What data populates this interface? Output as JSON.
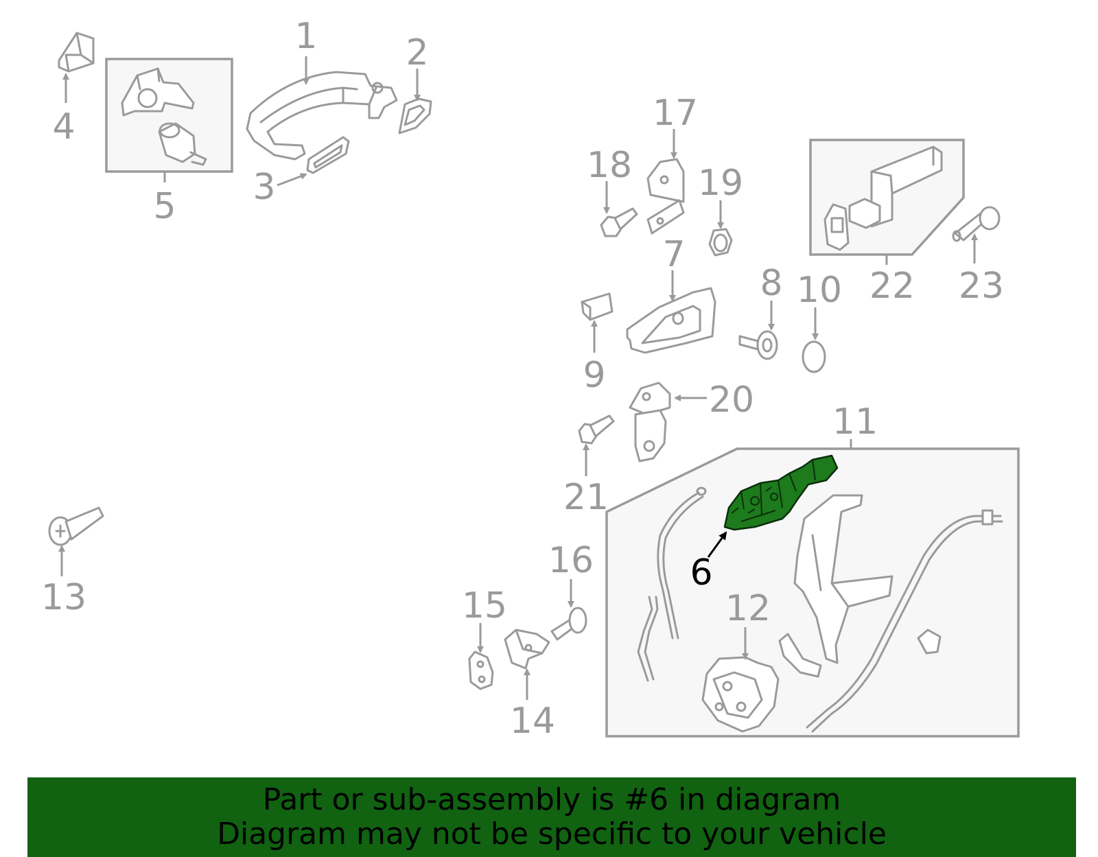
{
  "diagram": {
    "highlight_color": "#1d7a1d",
    "part_line_color": "#9a9a9a",
    "highlighted_part": "6",
    "callouts": [
      "1",
      "2",
      "3",
      "4",
      "5",
      "6",
      "7",
      "8",
      "9",
      "10",
      "11",
      "12",
      "13",
      "14",
      "15",
      "16",
      "17",
      "18",
      "19",
      "20",
      "21",
      "22",
      "23"
    ]
  },
  "banner": {
    "background_color": "#116211",
    "line1": "Part or sub-assembly is #6 in diagram",
    "line2": "Diagram may not be specific to your vehicle"
  }
}
